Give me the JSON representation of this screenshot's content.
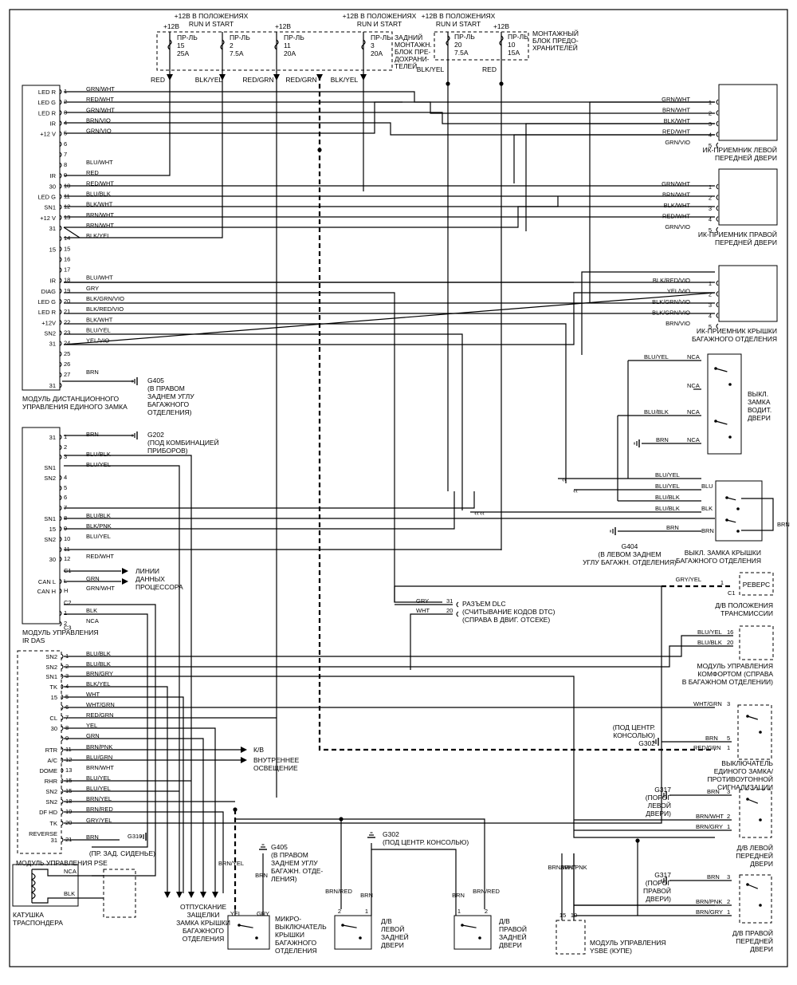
{
  "fuses_top_left": {
    "label_12v_state": "+12В В ПОЛОЖЕНИЯХ",
    "label_run_start": "RUN И START",
    "label_12v": "+12В",
    "fuses": [
      {
        "name": "ПР-ЛЬ",
        "num": "15",
        "amp": "25A"
      },
      {
        "name": "ПР-ЛЬ",
        "num": "2",
        "amp": "7.5A"
      },
      {
        "name": "ПР-ЛЬ",
        "num": "11",
        "amp": "20A"
      },
      {
        "name": "ПР-ЛЬ",
        "num": "3",
        "amp": "20A"
      }
    ],
    "block_label": [
      "ЗАДНИЙ",
      "МОНТАЖН.",
      "БЛОК ПРЕ-",
      "ДОХРАНИ-",
      "ТЕЛЕЙ"
    ]
  },
  "fuses_top_right": {
    "label_12v_state": "+12В В ПОЛОЖЕНИЯХ",
    "label_run_start": "RUN И START",
    "label_12v": "+12В",
    "fuses": [
      {
        "name": "ПР-ЛЬ",
        "num": "20",
        "amp": "7.5A"
      },
      {
        "name": "ПР-ЛЬ",
        "num": "10",
        "amp": "15A"
      }
    ],
    "block_label": [
      "МОНТАЖНЫЙ",
      "БЛОК ПРЕДО-",
      "ХРАНИТЕЛЕЙ"
    ]
  },
  "fuse_wires": [
    "RED",
    "BLK/YEL",
    "RED/GRN",
    "RED/GRN",
    "BLK/YEL",
    "BLK/YEL",
    "RED"
  ],
  "module1": {
    "label": [
      "МОДУЛЬ ДИСТАНЦИОННОГО",
      "УПРАВЛЕНИЯ ЕДИНОГО ЗАМКА"
    ],
    "pins": [
      {
        "sig": "LED R",
        "pin": "1",
        "wire": "GRN/WHT"
      },
      {
        "sig": "LED G",
        "pin": "2",
        "wire": "RED/WHT"
      },
      {
        "sig": "LED R",
        "pin": "3",
        "wire": "GRN/WHT"
      },
      {
        "sig": "IR",
        "pin": "4",
        "wire": "BRN/VIO"
      },
      {
        "sig": "+12 V",
        "pin": "5",
        "wire": "GRN/VIO"
      },
      {
        "sig": "",
        "pin": "6",
        "wire": ""
      },
      {
        "sig": "",
        "pin": "7",
        "wire": ""
      },
      {
        "sig": "",
        "pin": "8",
        "wire": "BLU/WHT"
      },
      {
        "sig": "IR",
        "pin": "9",
        "wire": "RED"
      },
      {
        "sig": "30",
        "pin": "10",
        "wire": "RED/WHT"
      },
      {
        "sig": "LED G",
        "pin": "11",
        "wire": "BLU/BLK"
      },
      {
        "sig": "SN1",
        "pin": "12",
        "wire": "BLK/WHT"
      },
      {
        "sig": "+12 V",
        "pin": "13",
        "wire": "BRN/WHT"
      },
      {
        "sig": "31",
        "pin": "",
        "wire": "BRN/WHT"
      },
      {
        "sig": "",
        "pin": "14",
        "wire": "BLK/YEL"
      },
      {
        "sig": "15",
        "pin": "15",
        "wire": ""
      },
      {
        "sig": "",
        "pin": "16",
        "wire": ""
      },
      {
        "sig": "",
        "pin": "17",
        "wire": ""
      },
      {
        "sig": "IR",
        "pin": "18",
        "wire": "BLU/WHT"
      },
      {
        "sig": "DIAG",
        "pin": "19",
        "wire": "GRY"
      },
      {
        "sig": "LED G",
        "pin": "20",
        "wire": "BLK/GRN/VIO"
      },
      {
        "sig": "LED R",
        "pin": "21",
        "wire": "BLK/RED/VIO"
      },
      {
        "sig": "+12V",
        "pin": "22",
        "wire": "BLK/WHT"
      },
      {
        "sig": "SN2",
        "pin": "23",
        "wire": "BLU/YEL"
      },
      {
        "sig": "31",
        "pin": "24",
        "wire": "YEL/VIO"
      },
      {
        "sig": "",
        "pin": "25",
        "wire": ""
      },
      {
        "sig": "",
        "pin": "26",
        "wire": ""
      },
      {
        "sig": "",
        "pin": "27",
        "wire": "BRN"
      },
      {
        "sig": "31",
        "pin": "",
        "wire": ""
      }
    ],
    "ground_label": [
      "G405",
      "(В ПРАВОМ",
      "ЗАДНЕМ УГЛУ",
      "БАГАЖНОГО",
      "ОТДЕЛЕНИЯ)"
    ]
  },
  "receivers": [
    {
      "label": [
        "ИК-ПРИЕМНИК ЛЕВОЙ",
        "ПЕРЕДНЕЙ ДВЕРИ"
      ],
      "wires": [
        "GRN/WHT",
        "BRN/WHT",
        "BLK/WHT",
        "RED/WHT",
        "GRN/VIO"
      ],
      "pins": [
        "1",
        "2",
        "3",
        "4",
        "5"
      ]
    },
    {
      "label": [
        "ИК-ПРИЕМНИК ПРАВОЙ",
        "ПЕРЕДНЕЙ ДВЕРИ"
      ],
      "wires": [
        "GRN/WHT",
        "BRN/WHT",
        "BLK/WHT",
        "RED/WHT",
        "GRN/VIO"
      ],
      "pins": [
        "1",
        "2",
        "3",
        "4",
        "5"
      ]
    },
    {
      "label": [
        "ИК-ПРИЕМНИК КРЫШКИ",
        "БАГАЖНОГО ОТДЕЛЕНИЯ"
      ],
      "wires": [
        "BLK/RED/VIO",
        "YEL/VIO",
        "BLK/GRN/VIO",
        "BLK/GRN/VIO",
        "BRN/VIO"
      ],
      "pins": [
        "1",
        "2",
        "3",
        "4",
        "5"
      ]
    }
  ],
  "driver_lock_switch": {
    "label": [
      "ВЫКЛ.",
      "ЗАМКА",
      "ВОДИТ.",
      "ДВЕРИ"
    ],
    "wires": [
      "BLU/YEL",
      "BLU/BLK",
      "BRN"
    ],
    "contacts": [
      "NCA",
      "NCA",
      "NCA",
      "NCA"
    ]
  },
  "trunk_lock_switch": {
    "label": [
      "ВЫКЛ. ЗАМКА КРЫШКИ",
      "БАГАЖНОГО ОТДЕЛЕНИЯ"
    ],
    "wires": [
      "BLU/YEL",
      "BLU/YEL",
      "BLU/BLK",
      "BLU/BLK",
      "BRN"
    ],
    "pins": [
      "BLU",
      "BLK",
      "BRN"
    ],
    "side_wire": "BRN",
    "ground_label": [
      "G404",
      "(В ЛЕВОМ ЗАДНЕМ",
      "УГЛУ БАГАЖН. ОТДЕЛЕНИЯ)"
    ]
  },
  "module2": {
    "label": [
      "МОДУЛЬ УПРАВЛЕНИЯ",
      "IR DAS"
    ],
    "pins": [
      {
        "sig": "31",
        "pin": "1",
        "wire": "BRN"
      },
      {
        "sig": "",
        "pin": "2",
        "wire": ""
      },
      {
        "sig": "",
        "pin": "3",
        "wire": "BLU/BLK"
      },
      {
        "sig": "SN1",
        "pin": "",
        "wire": "BLU/YEL"
      },
      {
        "sig": "SN2",
        "pin": "4",
        "wire": ""
      },
      {
        "sig": "",
        "pin": "5",
        "wire": ""
      },
      {
        "sig": "",
        "pin": "6",
        "wire": ""
      },
      {
        "sig": "",
        "pin": "7",
        "wire": ""
      },
      {
        "sig": "SN1",
        "pin": "8",
        "wire": "BLU/BLK"
      },
      {
        "sig": "15",
        "pin": "9",
        "wire": "BLK/PNK"
      },
      {
        "sig": "SN2",
        "pin": "10",
        "wire": "BLU/YEL"
      },
      {
        "sig": "",
        "pin": "11",
        "wire": ""
      },
      {
        "sig": "30",
        "pin": "12",
        "wire": "RED/WHT"
      },
      {
        "sig": "",
        "pin": "C1",
        "wire": ""
      },
      {
        "sig": "CAN L",
        "pin": "L",
        "wire": "GRN"
      },
      {
        "sig": "CAN H",
        "pin": "H",
        "wire": "GRN/WHT"
      },
      {
        "sig": "",
        "pin": "C2",
        "wire": ""
      },
      {
        "sig": "",
        "pin": "1",
        "wire": "BLK"
      },
      {
        "sig": "",
        "pin": "2",
        "wire": "NCA"
      },
      {
        "sig": "",
        "pin": "C3",
        "wire": ""
      }
    ],
    "ground_label": [
      "G202",
      "(ПОД КОМБИНАЦИЕЙ",
      "ПРИБОРОВ)"
    ],
    "data_lines": [
      "ЛИНИИ",
      "ДАННЫХ",
      "ПРОЦЕССОРА"
    ]
  },
  "reverse": {
    "wire": "GRY/YEL",
    "pin": "1",
    "conn": "C1",
    "box": "РЕВЕРС",
    "label": [
      "Д/В ПОЛОЖЕНИЯ",
      "ТРАНСМИССИИ"
    ]
  },
  "dlc": {
    "wires": [
      {
        "wire": "GRY",
        "pin": "31"
      },
      {
        "wire": "WHT",
        "pin": "20"
      }
    ],
    "label": [
      "РАЗЪЕМ DLC",
      "(СЧИТЫВАНИЕ КОДОВ DTC)",
      "(СПРАВА В ДВИГ. ОТСЕКЕ)"
    ]
  },
  "comfort": {
    "wires": [
      {
        "wire": "BLU/YEL",
        "pin": "16"
      },
      {
        "wire": "BLU/BLK",
        "pin": "20"
      }
    ],
    "label": [
      "МОДУЛЬ УПРАВЛЕНИЯ",
      "КОМФОРТОМ (СПРАВА",
      "В БАГАЖНОМ ОТДЕЛЕНИИ)"
    ]
  },
  "module3": {
    "label": "МОДУЛЬ УПРАВЛЕНИЯ PSE",
    "pins": [
      {
        "sig": "SN2",
        "pin": "1",
        "wire": "BLU/BLK"
      },
      {
        "sig": "SN2",
        "pin": "2",
        "wire": "BLU/BLK"
      },
      {
        "sig": "SN1",
        "pin": "3",
        "wire": "BRN/GRY"
      },
      {
        "sig": "TK",
        "pin": "4",
        "wire": "BLK/YEL"
      },
      {
        "sig": "15",
        "pin": "5",
        "wire": "WHT"
      },
      {
        "sig": "",
        "pin": "6",
        "wire": "WHT/GRN"
      },
      {
        "sig": "CL",
        "pin": "7",
        "wire": "RED/GRN"
      },
      {
        "sig": "30",
        "pin": "8",
        "wire": "YEL"
      },
      {
        "sig": "",
        "pin": "9",
        "wire": "GRN"
      },
      {
        "sig": "RTR",
        "pin": "11",
        "wire": "BRN/PNK"
      },
      {
        "sig": "A/C",
        "pin": "12",
        "wire": "BLU/GRN"
      },
      {
        "sig": "DOME",
        "pin": "13",
        "wire": "BRN/WHT"
      },
      {
        "sig": "RHR",
        "pin": "15",
        "wire": "BLU/YEL"
      },
      {
        "sig": "SN2",
        "pin": "15",
        "wire": "BLU/YEL"
      },
      {
        "sig": "SN2",
        "pin": "18",
        "wire": "BRN/YEL"
      },
      {
        "sig": "DF HD",
        "pin": "19",
        "wire": "BRN/RED"
      },
      {
        "sig": "TK",
        "pin": "20",
        "wire": "GRY/YEL"
      },
      {
        "sig": "REVERSE",
        "pin": "",
        "wire": ""
      },
      {
        "sig": "31",
        "pin": "21",
        "wire": "BRN"
      }
    ],
    "ground_label": "G310",
    "ground_note": "(ПР. ЗАД. СИДЕНЬЕ)",
    "kb": "К/В",
    "interior": [
      "ВНУТРЕННЕЕ",
      "ОСВЕЩЕНИЕ"
    ]
  },
  "transponder": {
    "label": [
      "КАТУШКА",
      "ТРАСПОНДЕРА"
    ],
    "wires": [
      "NCA",
      "BLK"
    ]
  },
  "central_lock_switch": {
    "wires": [
      {
        "wire": "WHT/GRN",
        "pin": "3"
      },
      {
        "wire": "BRN",
        "pin": "5"
      },
      {
        "wire": "RED/GRN",
        "pin": "1"
      }
    ],
    "ground_label": [
      "(ПОД ЦЕНТР.",
      "КОНСОЛЬЮ)",
      "G302"
    ],
    "label": [
      "ВЫКЛЮЧАТЕЛЬ",
      "ЕДИНОГО ЗАМКА/",
      "ПРОТИВОУГОННОЙ",
      "СИГНАЛИЗАЦИИ"
    ]
  },
  "left_front_door": {
    "ground_label": [
      "G317",
      "(ПОРОГ",
      "ЛЕВОЙ",
      "ДВЕРИ)"
    ],
    "wires": [
      {
        "wire": "BRN",
        "pin": "3"
      },
      {
        "wire": "BRN/WHT",
        "pin": "2"
      },
      {
        "wire": "BRN/GRY",
        "pin": "1"
      }
    ],
    "label": [
      "Д/В ЛЕВОЙ",
      "ПЕРЕДНЕЙ",
      "ДВЕРИ"
    ]
  },
  "right_front_door": {
    "ground_label": [
      "G317",
      "(ПОРОГ",
      "ПРАВОЙ",
      "ДВЕРИ)"
    ],
    "wires": [
      {
        "wire": "BRN",
        "pin": "3"
      },
      {
        "wire": "BRN/PNK",
        "pin": "2"
      },
      {
        "wire": "BRN/GRY",
        "pin": "1"
      }
    ],
    "label": [
      "Д/В ПРАВОЙ",
      "ПЕРЕДНЕЙ",
      "ДВЕРИ"
    ]
  },
  "bottom": {
    "release_label": [
      "ОТПУСКАНИЕ",
      "ЗАЩЕЛКИ",
      "ЗАМКА КРЫШКИ",
      "БАГАЖНОГО",
      "ОТДЕЛЕНИЯ"
    ],
    "trunk_micro": {
      "wires": [
        "BRN/YEL",
        "BRN"
      ],
      "pins": [
        "YEL",
        "GRY"
      ],
      "ground": [
        "G405",
        "(В ПРАВОМ",
        "ЗАДНЕМ УГЛУ",
        "БАГАЖН. ОТДЕ-",
        "ЛЕНИЯ)"
      ],
      "label": [
        "МИКРО-",
        "ВЫКЛЮЧАТЕЛЬ",
        "КРЫШКИ",
        "БАГАЖНОГО",
        "ОТДЕЛЕНИЯ"
      ]
    },
    "console_ground": [
      "G302",
      "(ПОД ЦЕНТР. КОНСОЛЬЮ)"
    ],
    "rear_left": {
      "wires": [
        "BRN/RED",
        "BRN"
      ],
      "pins": [
        "2",
        "1"
      ],
      "label": [
        "Д/В",
        "ЛЕВОЙ",
        "ЗАДНЕЙ",
        "ДВЕРИ"
      ]
    },
    "rear_right": {
      "wires": [
        "BRN",
        "BRN/RED"
      ],
      "pins": [
        "1",
        "2"
      ],
      "label": [
        "Д/В",
        "ПРАВОЙ",
        "ЗАДНЕЙ",
        "ДВЕРИ"
      ]
    },
    "ysbe": {
      "wires": [
        "BRN/WHT",
        "BRN/PNK"
      ],
      "pins": [
        "15",
        "10"
      ],
      "label": [
        "МОДУЛЬ УПРАВЛЕНИЯ",
        "YSBE (КУПЕ)"
      ]
    }
  }
}
